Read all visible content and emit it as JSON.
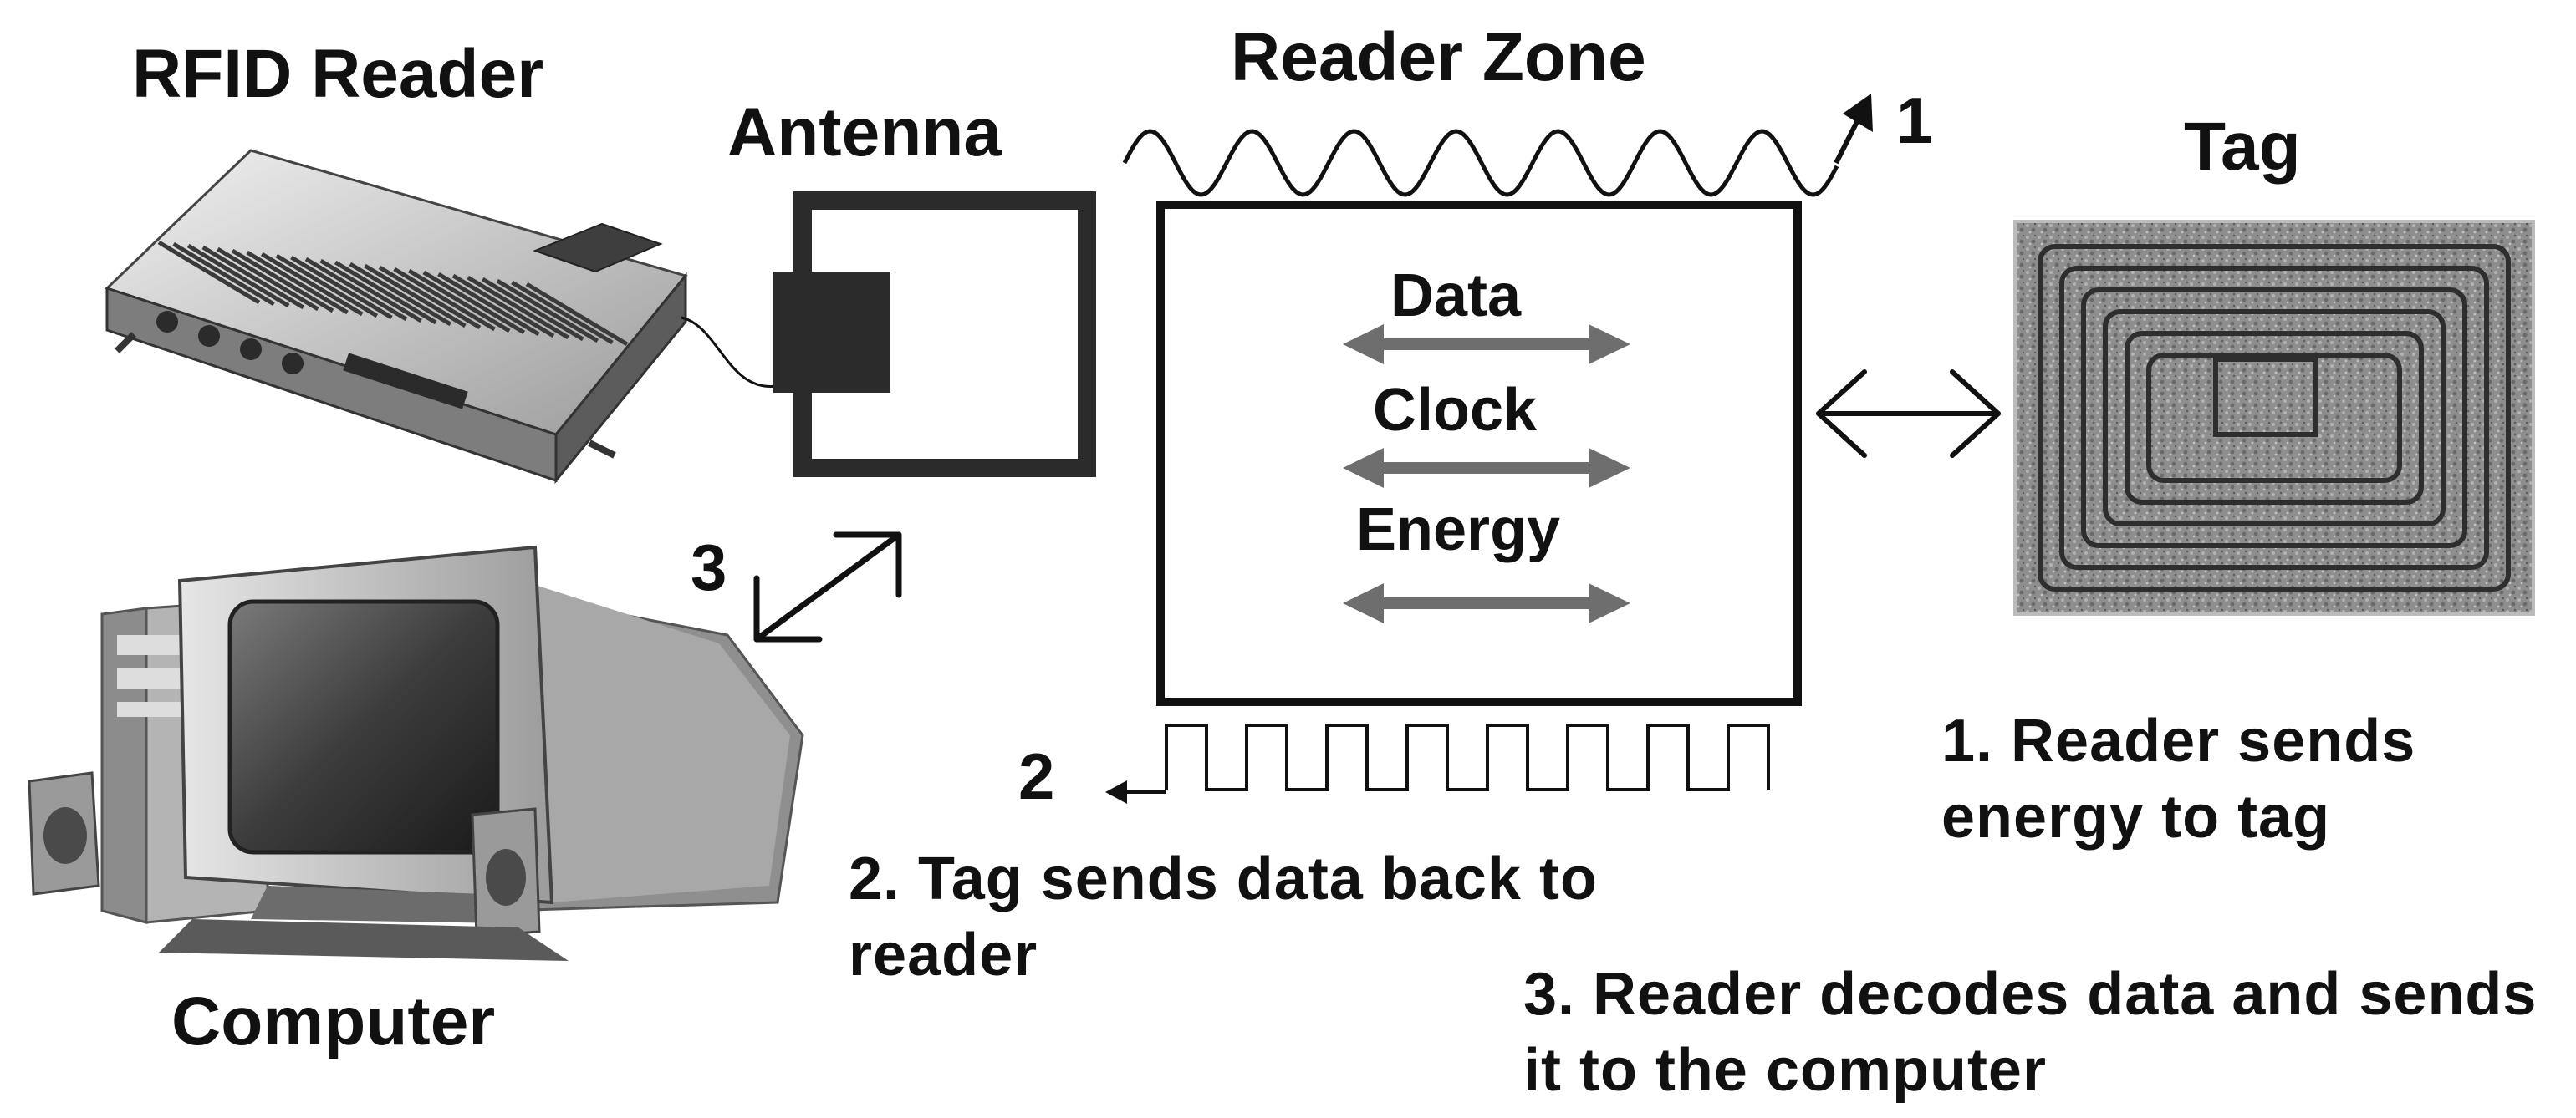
{
  "labels": {
    "rfid_reader": "RFID Reader",
    "antenna": "Antenna",
    "reader_zone": "Reader Zone",
    "tag": "Tag",
    "computer": "Computer"
  },
  "signals": {
    "data": "Data",
    "clock": "Clock",
    "energy": "Energy"
  },
  "step_markers": {
    "one": "1",
    "two": "2",
    "three": "3"
  },
  "steps": {
    "one": "1. Reader sends energy to tag",
    "two": "2. Tag sends data back to reader",
    "three": "3. Reader decodes data and sends it to the computer"
  },
  "colors": {
    "line": "#111111",
    "signal_arrow": "#6e6e6e",
    "device_dark": "#2b2b2b",
    "device_mid": "#8a8a8a",
    "device_light": "#d4d4d4"
  }
}
